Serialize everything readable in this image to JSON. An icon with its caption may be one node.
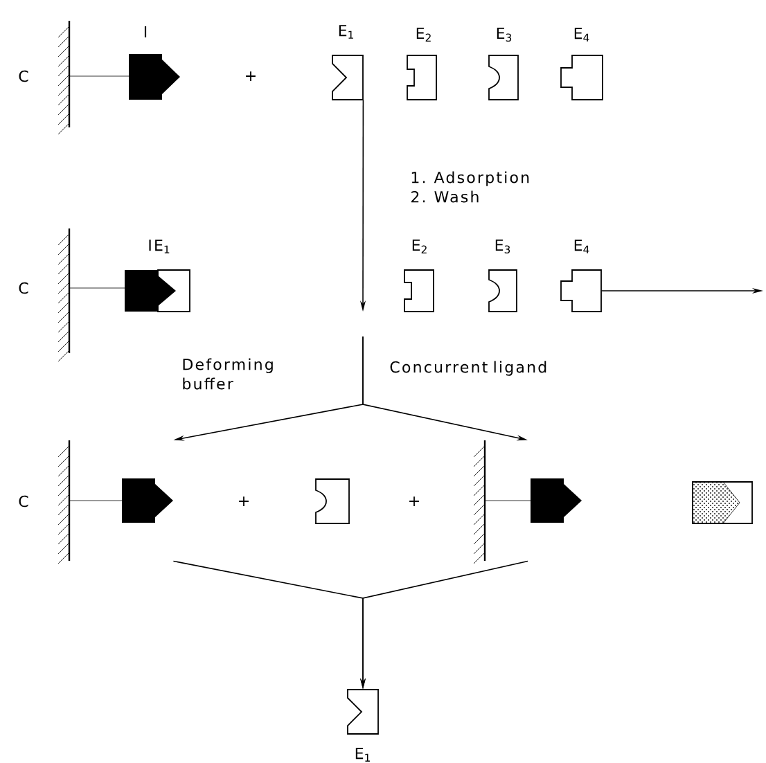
{
  "diagram": {
    "nodes": [
      {
        "text": [
          "I"
        ]
      },
      {
        "text": [
          "E$_{1}$"
        ]
      },
      {
        "text": [
          "E$_{2}$"
        ]
      },
      {
        "text": [
          "E$_{3}$"
        ]
      },
      {
        "text": [
          "E$_{4}$"
        ]
      },
      {
        "text": [
          "IE$_{1}$"
        ]
      },
      {
        "text": [
          "E$_{2}$"
        ]
      },
      {
        "text": [
          "E$_{3}$"
        ]
      },
      {
        "text": [
          "E$_{4}$"
        ]
      },
      {
        "text": [],
        "shape": "picture"
      },
      {
        "text": [],
        "shape": "picture"
      },
      {
        "text": [],
        "shape": "picture"
      },
      {
        "text": [],
        "shape": "picture"
      },
      {
        "text": [
          "E$_{1}$"
        ]
      }
    ],
    "edges": [
      {
        "from": 1,
        "to": null,
        "arrow": "to",
        "label": "1. Adsorption 2. Wash"
      },
      {
        "from": 8,
        "to": null,
        "arrow": "to"
      },
      {
        "from": null,
        "to": 9,
        "arrow": "to",
        "label": "Deforming buffer"
      },
      {
        "from": null,
        "to": 11,
        "arrow": "to",
        "label": "Concurrent ligand"
      },
      {
        "from": 9,
        "to": 13,
        "arrow": "to"
      },
      {
        "from": 11,
        "to": 13,
        "arrow": "to"
      }
    ],
    "labels": [
      "C",
      "+",
      "C",
      "C",
      "+",
      "+"
    ]
  }
}
